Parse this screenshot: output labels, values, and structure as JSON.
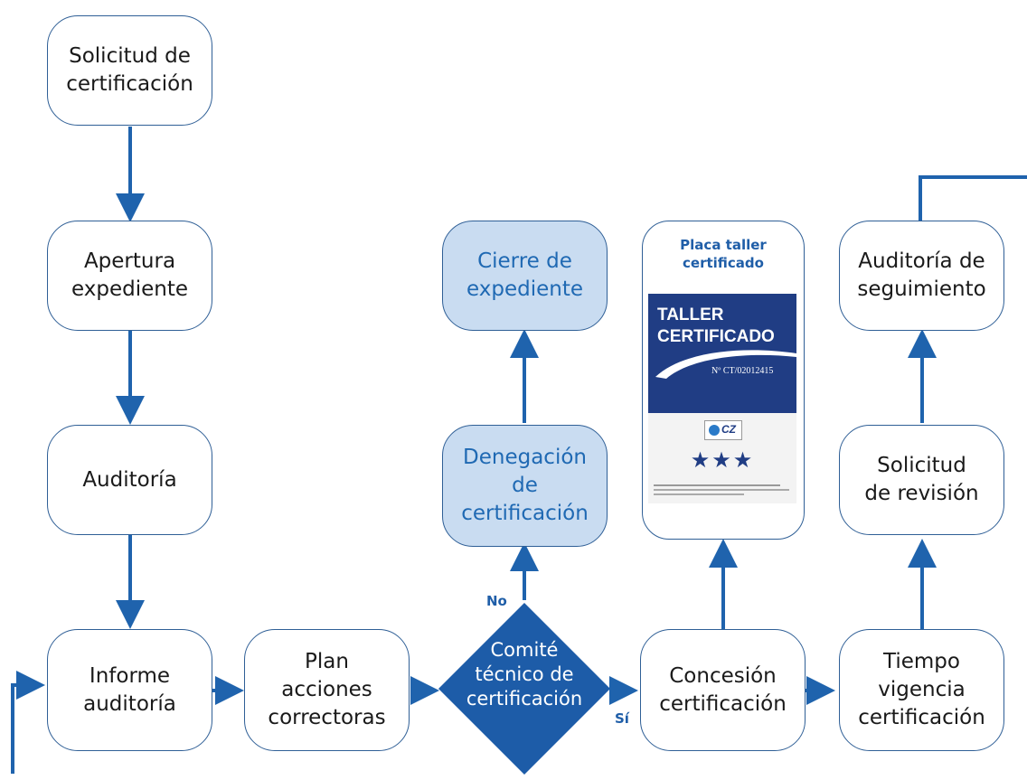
{
  "diagram": {
    "nodes": {
      "solicitud_certificacion": [
        "Solicitud de",
        "certificación"
      ],
      "apertura_expediente": [
        "Apertura",
        "expediente"
      ],
      "auditoria": [
        "Auditoría"
      ],
      "informe_auditoria": [
        "Informe",
        "auditoría"
      ],
      "plan_acciones": [
        "Plan",
        "acciones",
        "correctoras"
      ],
      "comite_tecnico": [
        "Comité",
        "técnico de",
        "certificación"
      ],
      "denegacion": [
        "Denegación",
        "de",
        "certificación"
      ],
      "cierre_expediente": [
        "Cierre de",
        "expediente"
      ],
      "concesion": [
        "Concesión",
        "certificación"
      ],
      "tiempo_vigencia": [
        "Tiempo",
        "vigencia",
        "certificación"
      ],
      "solicitud_revision": [
        "Solicitud",
        "de revisión"
      ],
      "auditoria_seguimiento": [
        "Auditoría de",
        "seguimiento"
      ]
    },
    "decision_labels": {
      "no": "No",
      "si": "Sí"
    },
    "plaque": {
      "title": [
        "Placa taller",
        "certificado"
      ],
      "heading_line1": "TALLER",
      "heading_line2": "CERTIFICADO",
      "number": "Nº CT/02012415",
      "logo_text": "CZ",
      "stars": "★★★"
    },
    "colors": {
      "arrow": "#1f63ad",
      "box_border": "#2f5f96",
      "blue_box_fill": "#c9dcf1",
      "blue_box_text": "#1f69b3",
      "diamond": "#1d5ca8",
      "plaque_navy": "#203d84"
    }
  }
}
